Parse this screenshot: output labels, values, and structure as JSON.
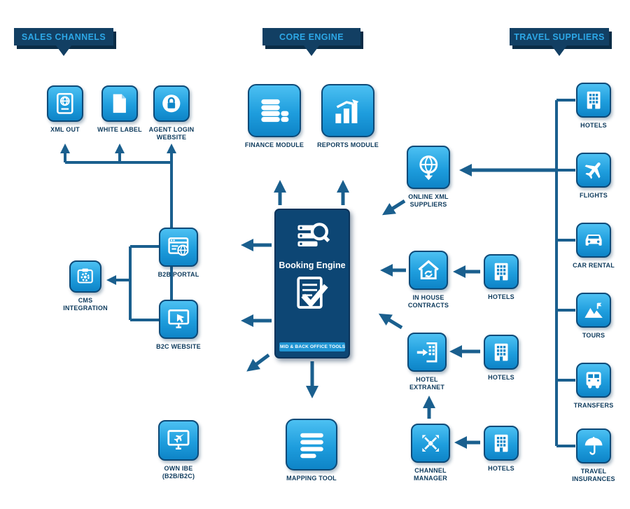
{
  "headers": {
    "sales_channels": "SALES CHANNELS",
    "core_engine": "CORE ENGINE",
    "travel_suppliers": "TRAVEL SUPPLIERS"
  },
  "sales": {
    "xml_out": "XML OUT",
    "white_label": "WHITE LABEL",
    "agent_login": "AGENT LOGIN WEBSITE",
    "b2b_portal": "B2B PORTAL",
    "cms_integration": "CMS INTEGRATION",
    "b2c_website": "B2C WEBSITE",
    "own_ibe": "OWN IBE (B2B/B2C)"
  },
  "core": {
    "finance_module": "FINANCE MODULE",
    "reports_module": "REPORTS MODULE",
    "booking_engine": "Booking Engine",
    "mid_back_office": "MID & BACK OFFICE TOOLS",
    "mapping_tool": "MAPPING TOOL"
  },
  "supply": {
    "online_xml_suppliers": "ONLINE XML SUPPLIERS",
    "in_house_contracts": "IN HOUSE CONTRACTS",
    "hotel_extranet": "HOTEL EXTRANET",
    "channel_manager": "CHANNEL MANAGER",
    "hotels_inhouse": "HOTELS",
    "hotels_extranet": "HOTELS",
    "hotels_channel": "HOTELS"
  },
  "suppliers": {
    "hotels": "HOTELS",
    "flights": "FLIGHTS",
    "car_rental": "CAR RENTAL",
    "tours": "TOURS",
    "transfers": "TRANSFERS",
    "travel_insurances": "TRAVEL INSURANCES"
  },
  "colors": {
    "banner_bg": "#123f63",
    "banner_text": "#2da7e6",
    "tile_top": "#4cc0f2",
    "tile_bottom": "#0e84c7",
    "tile_border": "#0d4a78",
    "label_text": "#0d3a5c",
    "connector": "#1a5f8e",
    "engine_bg": "#0d4674",
    "engine_strip": "#2095d3"
  }
}
